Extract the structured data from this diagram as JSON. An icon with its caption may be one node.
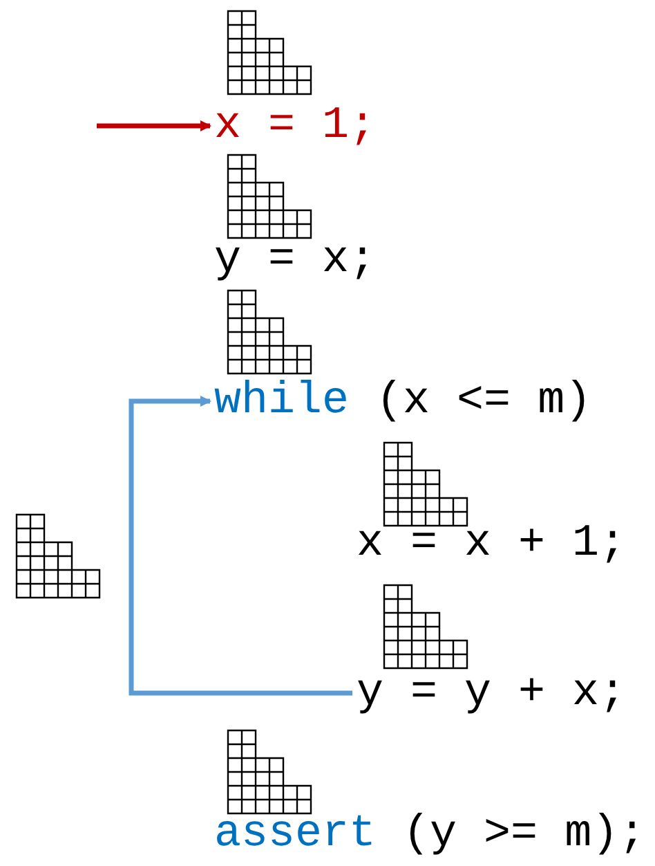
{
  "diagram": {
    "nodes": [
      {
        "text": [
          "x = 1;"
        ]
      },
      {
        "text": [
          "y = x;"
        ]
      },
      {
        "text": [
          "while",
          "(x <= m)"
        ]
      },
      {
        "text": [
          "x = x + 1;"
        ]
      },
      {
        "text": [
          "y = y + x;"
        ]
      },
      {
        "text": [
          "assert",
          "(y >= m);"
        ]
      }
    ],
    "edges": [
      {
        "from": null,
        "to": 0,
        "arrow": "to",
        "color": "#c00000"
      },
      {
        "from": 4,
        "to": 2,
        "arrow": "to",
        "color": "#5b9bd5"
      }
    ]
  }
}
